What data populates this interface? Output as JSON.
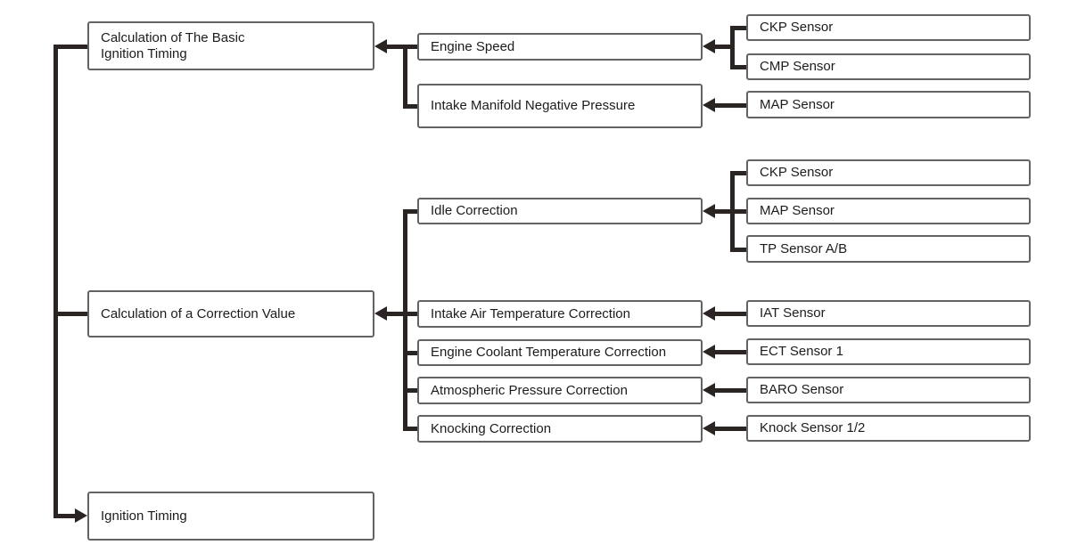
{
  "colors": {
    "line": "#2a2422",
    "box_border": "#636363",
    "box_background": "#ffffff",
    "text": "#1c1c1c",
    "background": "#ffffff"
  },
  "nodes": {
    "calc_basic_line1": "Calculation of The Basic",
    "calc_basic_line2": "Ignition Timing",
    "calc_correction": "Calculation of a Correction Value",
    "ignition_timing": "Ignition Timing",
    "engine_speed": "Engine Speed",
    "intake_manifold": "Intake Manifold Negative Pressure",
    "idle_correction": "Idle Correction",
    "intake_air_temp_correction": "Intake Air Temperature Correction",
    "engine_coolant_temp_correction": "Engine Coolant Temperature Correction",
    "atmospheric_pressure_correction": "Atmospheric Pressure Correction",
    "knocking_correction": "Knocking Correction",
    "ckp_sensor_1": "CKP Sensor",
    "cmp_sensor": "CMP Sensor",
    "map_sensor_1": "MAP Sensor",
    "ckp_sensor_2": "CKP Sensor",
    "map_sensor_2": "MAP Sensor",
    "tp_sensor_ab": "TP Sensor A/B",
    "iat_sensor": "IAT Sensor",
    "ect_sensor_1": "ECT Sensor 1",
    "baro_sensor": "BARO Sensor",
    "knock_sensor_12": "Knock Sensor 1/2"
  }
}
